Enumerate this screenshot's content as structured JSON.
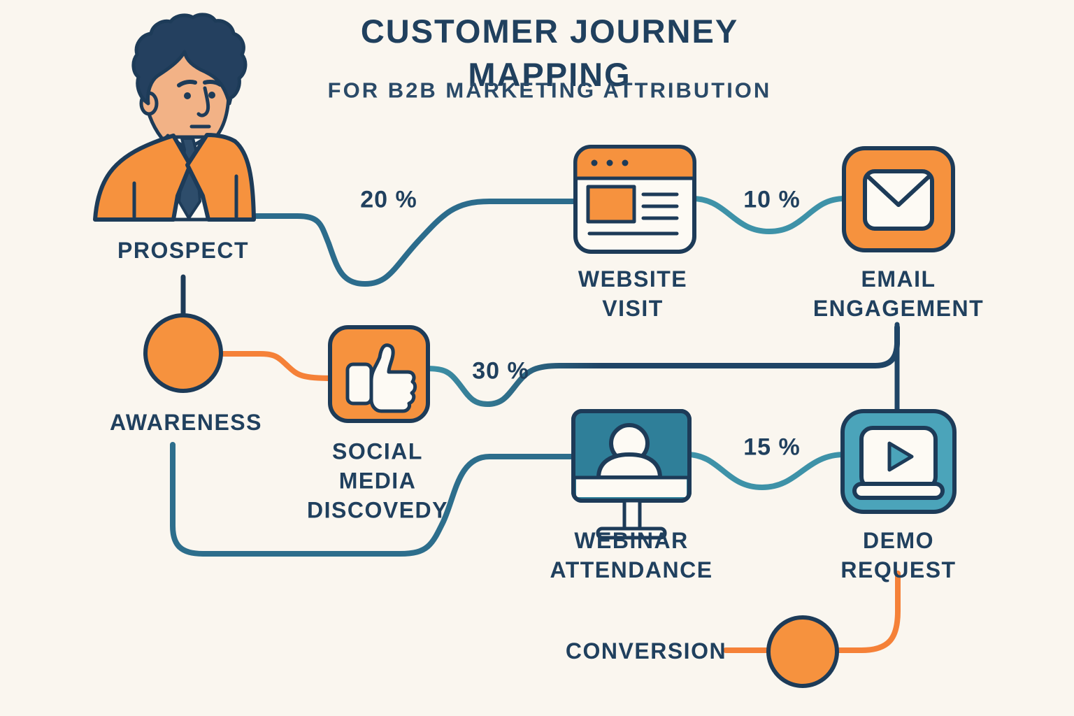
{
  "header": {
    "title": "CUSTOMER JOURNEY MAPPING",
    "subtitle": "FOR B2B MARKETING ATTRIBUTION"
  },
  "nodes": {
    "prospect": "PROSPECT",
    "awareness": "AWARENESS",
    "website_visit": "WEBSITE\nVISIT",
    "email_engagement": "EMAIL\nENGAGEMENT",
    "social_media_discovery": "SOCIAL\nMEDIA\nDISCOVEDY",
    "webinar_attendance": "WEBINAR\nATTENDANCE",
    "demo_request": "DEMO\nREQUEST",
    "conversion": "CONVERSION"
  },
  "edges": {
    "prospect_to_website_visit": "20 %",
    "website_visit_to_email_engagement": "10 %",
    "social_media_to_demo_request": "30 %",
    "webinar_to_demo_request": "15 %"
  },
  "colors": {
    "background": "#FAF6EF",
    "navy_outline": "#1D3B58",
    "text_navy": "#20405E",
    "orange_fill": "#F6923E",
    "orange_line": "#F58138",
    "teal_line": "#3E92A8",
    "dark_blue_line": "#1F4566",
    "mid_blue_line": "#2C6C8C",
    "webinar_teal": "#2F7F99",
    "demo_teal": "#4BA4BA",
    "skin": "#F2B286",
    "card_white": "#FDFAF4"
  }
}
